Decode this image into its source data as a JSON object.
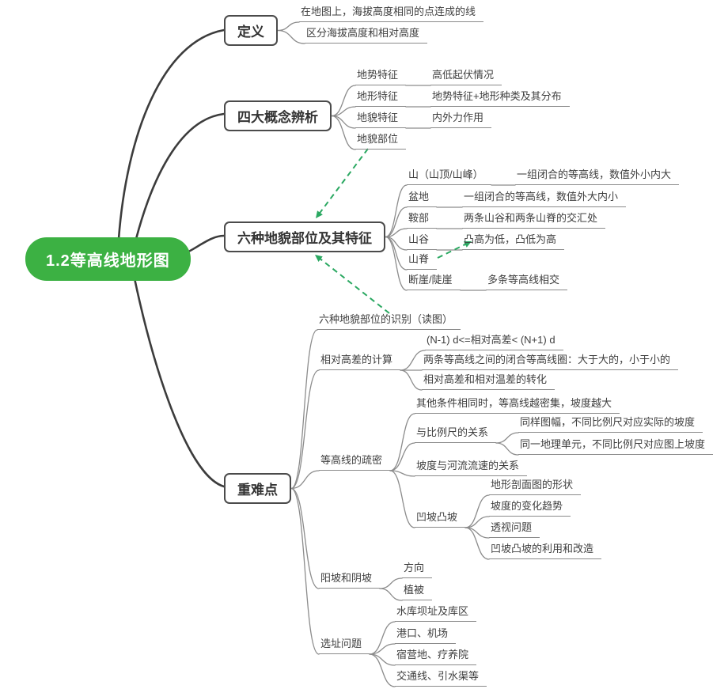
{
  "colors": {
    "root_bg": "#3cb143",
    "arrow_green": "#2aa861",
    "box_border": "#4b4b4b",
    "edge_dark": "#3c3c3c",
    "edge_gray": "#8c8c8c",
    "text": "#3e3e3e"
  },
  "mindmap": {
    "root": {
      "label": "1.2等高线地形图"
    },
    "branches": [
      {
        "label": "定义",
        "children": [
          {
            "label": "在地图上，海拔高度相同的点连成的线"
          },
          {
            "label": "区分海拔高度和相对高度"
          }
        ]
      },
      {
        "label": "四大概念辨析",
        "children": [
          {
            "label": "地势特征",
            "children": [
              {
                "label": "高低起伏情况"
              }
            ]
          },
          {
            "label": "地形特征",
            "children": [
              {
                "label": "地势特征+地形种类及其分布"
              }
            ]
          },
          {
            "label": "地貌特征",
            "children": [
              {
                "label": "内外力作用"
              }
            ]
          },
          {
            "label": "地貌部位",
            "children": []
          }
        ]
      },
      {
        "label": "六种地貌部位及其特征",
        "children": [
          {
            "label": "山（山顶/山峰）",
            "children": [
              {
                "label": "一组闭合的等高线，数值外小内大"
              }
            ]
          },
          {
            "label": "盆地",
            "children": [
              {
                "label": "一组闭合的等高线，数值外大内小"
              }
            ]
          },
          {
            "label": "鞍部",
            "children": [
              {
                "label": "两条山谷和两条山脊的交汇处"
              }
            ]
          },
          {
            "label": "山谷",
            "children": [
              {
                "label": "凸高为低，凸低为高"
              }
            ]
          },
          {
            "label": "山脊",
            "children": []
          },
          {
            "label": "断崖/陡崖",
            "children": [
              {
                "label": "多条等高线相交"
              }
            ]
          }
        ]
      },
      {
        "label": "重难点",
        "children": [
          {
            "label": "六种地貌部位的识别（读图）",
            "children": []
          },
          {
            "label": "相对高差的计算",
            "children": [
              {
                "label": "(N-1) d<=相对高差< (N+1) d"
              },
              {
                "label": "两条等高线之间的闭合等高线圈：大于大的，小于小的"
              },
              {
                "label": "相对高差和相对温差的转化"
              }
            ]
          },
          {
            "label": "等高线的疏密",
            "children": [
              {
                "label": "其他条件相同时，等高线越密集，坡度越大"
              },
              {
                "label": "与比例尺的关系",
                "children": [
                  {
                    "label": "同样图幅，不同比例尺对应实际的坡度"
                  },
                  {
                    "label": "同一地理单元，不同比例尺对应图上坡度"
                  }
                ]
              },
              {
                "label": "坡度与河流流速的关系"
              },
              {
                "label": "凹坡凸坡",
                "children": [
                  {
                    "label": "地形剖面图的形状"
                  },
                  {
                    "label": "坡度的变化趋势"
                  },
                  {
                    "label": "透视问题"
                  },
                  {
                    "label": "凹坡凸坡的利用和改造"
                  }
                ]
              }
            ]
          },
          {
            "label": "阳坡和阴坡",
            "children": [
              {
                "label": "方向"
              },
              {
                "label": "植被"
              }
            ]
          },
          {
            "label": "选址问题",
            "children": [
              {
                "label": "水库坝址及库区"
              },
              {
                "label": "港口、机场"
              },
              {
                "label": "宿营地、疗养院"
              },
              {
                "label": "交通线、引水渠等"
              }
            ]
          }
        ]
      }
    ],
    "relations": [
      {
        "from": "地貌部位",
        "to": "六种地貌部位及其特征"
      },
      {
        "from": "六种地貌部位的识别（读图）",
        "to": "六种地貌部位及其特征"
      },
      {
        "from": "山脊",
        "to": "山谷"
      }
    ]
  }
}
